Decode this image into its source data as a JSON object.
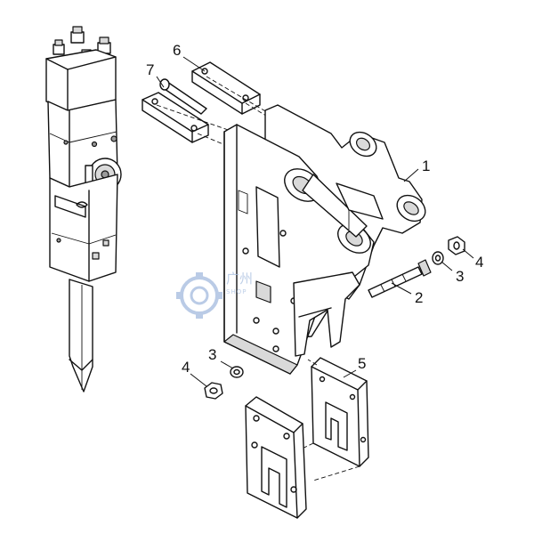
{
  "callouts": {
    "c1": "1",
    "c2": "2",
    "c3a": "3",
    "c3b": "3",
    "c4a": "4",
    "c4b": "4",
    "c5": "5",
    "c6": "6",
    "c7": "7"
  },
  "watermark": {
    "text": "广州",
    "sub": "SHOP"
  },
  "colors": {
    "line": "#111111",
    "shade": "#d9d9d9",
    "watermark": "#a9bfe0"
  }
}
